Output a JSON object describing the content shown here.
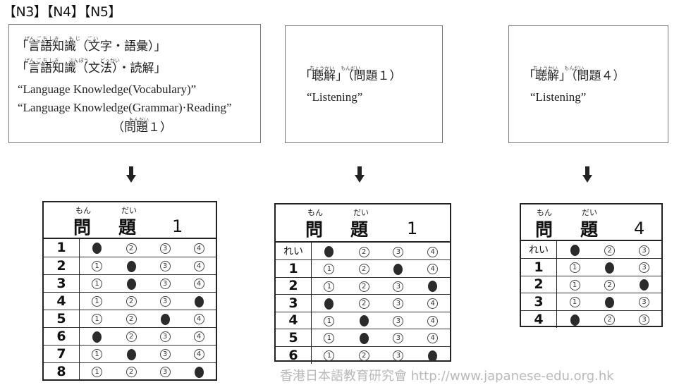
{
  "levels": "【N3】【N4】【N5】",
  "boxes": {
    "box1": {
      "ruby1": "げん ご ち しき　　も じ 　ご い",
      "line1": "「言語知識（文字・語彙）」",
      "ruby2": "げん ご ち しき　　ぶんぽう　　 どっかい",
      "line2": "「言語知識（文法）・読解」",
      "line3": "“Language Knowledge(Vocabulary)”",
      "line4": "“Language Knowledge(Grammar)·Reading”",
      "ruby5": "もんだい",
      "line5": "（問題１）"
    },
    "box2": {
      "ruby1": "ちょうかい　 もんだい",
      "line1": "「聴解」（問題１）",
      "line2": "“Listening”"
    },
    "box3": {
      "ruby1": "ちょうかい　 もんだい",
      "line1": "「聴解」（問題４）",
      "line2": "“Listening”"
    }
  },
  "sheets": [
    {
      "furi1": "もん",
      "kanji1": "問",
      "furi2": "だい",
      "kanji2": "題",
      "number": "1",
      "rows": [
        {
          "label": "1",
          "rei": false,
          "choices": [
            "1",
            "2",
            "3",
            "4"
          ],
          "filled": 1
        },
        {
          "label": "2",
          "rei": false,
          "choices": [
            "1",
            "2",
            "3",
            "4"
          ],
          "filled": 2
        },
        {
          "label": "3",
          "rei": false,
          "choices": [
            "1",
            "2",
            "3",
            "4"
          ],
          "filled": 2
        },
        {
          "label": "4",
          "rei": false,
          "choices": [
            "1",
            "2",
            "3",
            "4"
          ],
          "filled": 4
        },
        {
          "label": "5",
          "rei": false,
          "choices": [
            "1",
            "2",
            "3",
            "4"
          ],
          "filled": 3
        },
        {
          "label": "6",
          "rei": false,
          "choices": [
            "1",
            "2",
            "3",
            "4"
          ],
          "filled": 1
        },
        {
          "label": "7",
          "rei": false,
          "choices": [
            "1",
            "2",
            "3",
            "4"
          ],
          "filled": 2
        },
        {
          "label": "8",
          "rei": false,
          "choices": [
            "1",
            "2",
            "3",
            "4"
          ],
          "filled": 4
        }
      ]
    },
    {
      "furi1": "もん",
      "kanji1": "問",
      "furi2": "だい",
      "kanji2": "題",
      "number": "1",
      "rows": [
        {
          "label": "れい",
          "rei": true,
          "choices": [
            "1",
            "2",
            "3",
            "4"
          ],
          "filled": 1
        },
        {
          "label": "1",
          "rei": false,
          "choices": [
            "1",
            "2",
            "3",
            "4"
          ],
          "filled": 3
        },
        {
          "label": "2",
          "rei": false,
          "choices": [
            "1",
            "2",
            "3",
            "4"
          ],
          "filled": 4
        },
        {
          "label": "3",
          "rei": false,
          "choices": [
            "1",
            "2",
            "3",
            "4"
          ],
          "filled": 1
        },
        {
          "label": "4",
          "rei": false,
          "choices": [
            "1",
            "2",
            "3",
            "4"
          ],
          "filled": 2
        },
        {
          "label": "5",
          "rei": false,
          "choices": [
            "1",
            "2",
            "3",
            "4"
          ],
          "filled": 2
        },
        {
          "label": "6",
          "rei": false,
          "choices": [
            "1",
            "2",
            "3",
            "4"
          ],
          "filled": 4
        }
      ]
    },
    {
      "furi1": "もん",
      "kanji1": "問",
      "furi2": "だい",
      "kanji2": "題",
      "number": "4",
      "rows": [
        {
          "label": "れい",
          "rei": true,
          "choices": [
            "1",
            "2",
            "3"
          ],
          "filled": 1
        },
        {
          "label": "1",
          "rei": false,
          "choices": [
            "1",
            "2",
            "3"
          ],
          "filled": 2
        },
        {
          "label": "2",
          "rei": false,
          "choices": [
            "1",
            "2",
            "3"
          ],
          "filled": 3
        },
        {
          "label": "3",
          "rei": false,
          "choices": [
            "1",
            "2",
            "3"
          ],
          "filled": 2
        },
        {
          "label": "4",
          "rei": false,
          "choices": [
            "1",
            "2",
            "3"
          ],
          "filled": 1
        }
      ]
    }
  ],
  "colors": {
    "filled_bubble": "#2b2b2b",
    "watermark": "#b9b9b9"
  },
  "watermark": "香港日本語教育研究會  http://www.japanese-edu.org.hk"
}
